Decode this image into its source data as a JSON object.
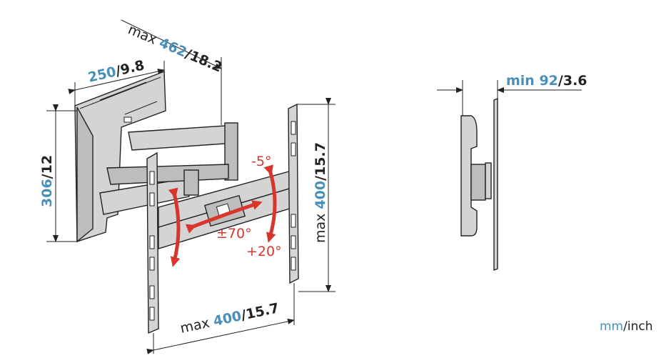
{
  "dimensions": {
    "arm_extension": {
      "prefix": "max ",
      "metric": "462",
      "imperial": "/18.2"
    },
    "wall_plate_width": {
      "prefix": "",
      "metric": "250",
      "imperial": "/9.8"
    },
    "wall_plate_height": {
      "prefix": "",
      "metric": "306",
      "imperial": "/12"
    },
    "vesa_vertical": {
      "prefix": "max ",
      "metric": "400",
      "imperial": "/15.7"
    },
    "vesa_horizontal": {
      "prefix": "max ",
      "metric": "400",
      "imperial": "/15.7"
    },
    "wall_distance": {
      "prefix": "min ",
      "metric": "92",
      "imperial": "/3.6"
    }
  },
  "angles": {
    "tilt_up": "-5°",
    "swivel": "±70°",
    "tilt_down": "+20°"
  },
  "units_legend": {
    "metric": "mm",
    "separator": "/",
    "imperial": "inch"
  },
  "colors": {
    "metric": "#4a8fb8",
    "imperial": "#222222",
    "angle": "#d8362c"
  }
}
